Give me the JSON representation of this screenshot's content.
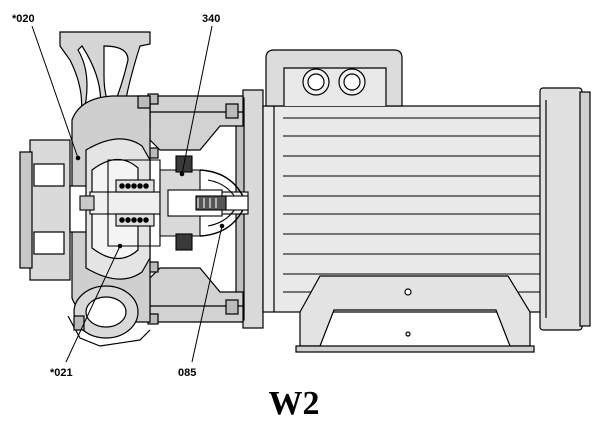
{
  "figure": {
    "title": "W2",
    "callouts": {
      "c020": "*020",
      "c340": "340",
      "c021": "*021",
      "c085": "085"
    }
  },
  "colors": {
    "line": "#000000",
    "metal_light": "#e6e6e6",
    "metal_mid": "#cfcfcf",
    "metal_dark": "#9a9a9a",
    "background": "#ffffff"
  }
}
